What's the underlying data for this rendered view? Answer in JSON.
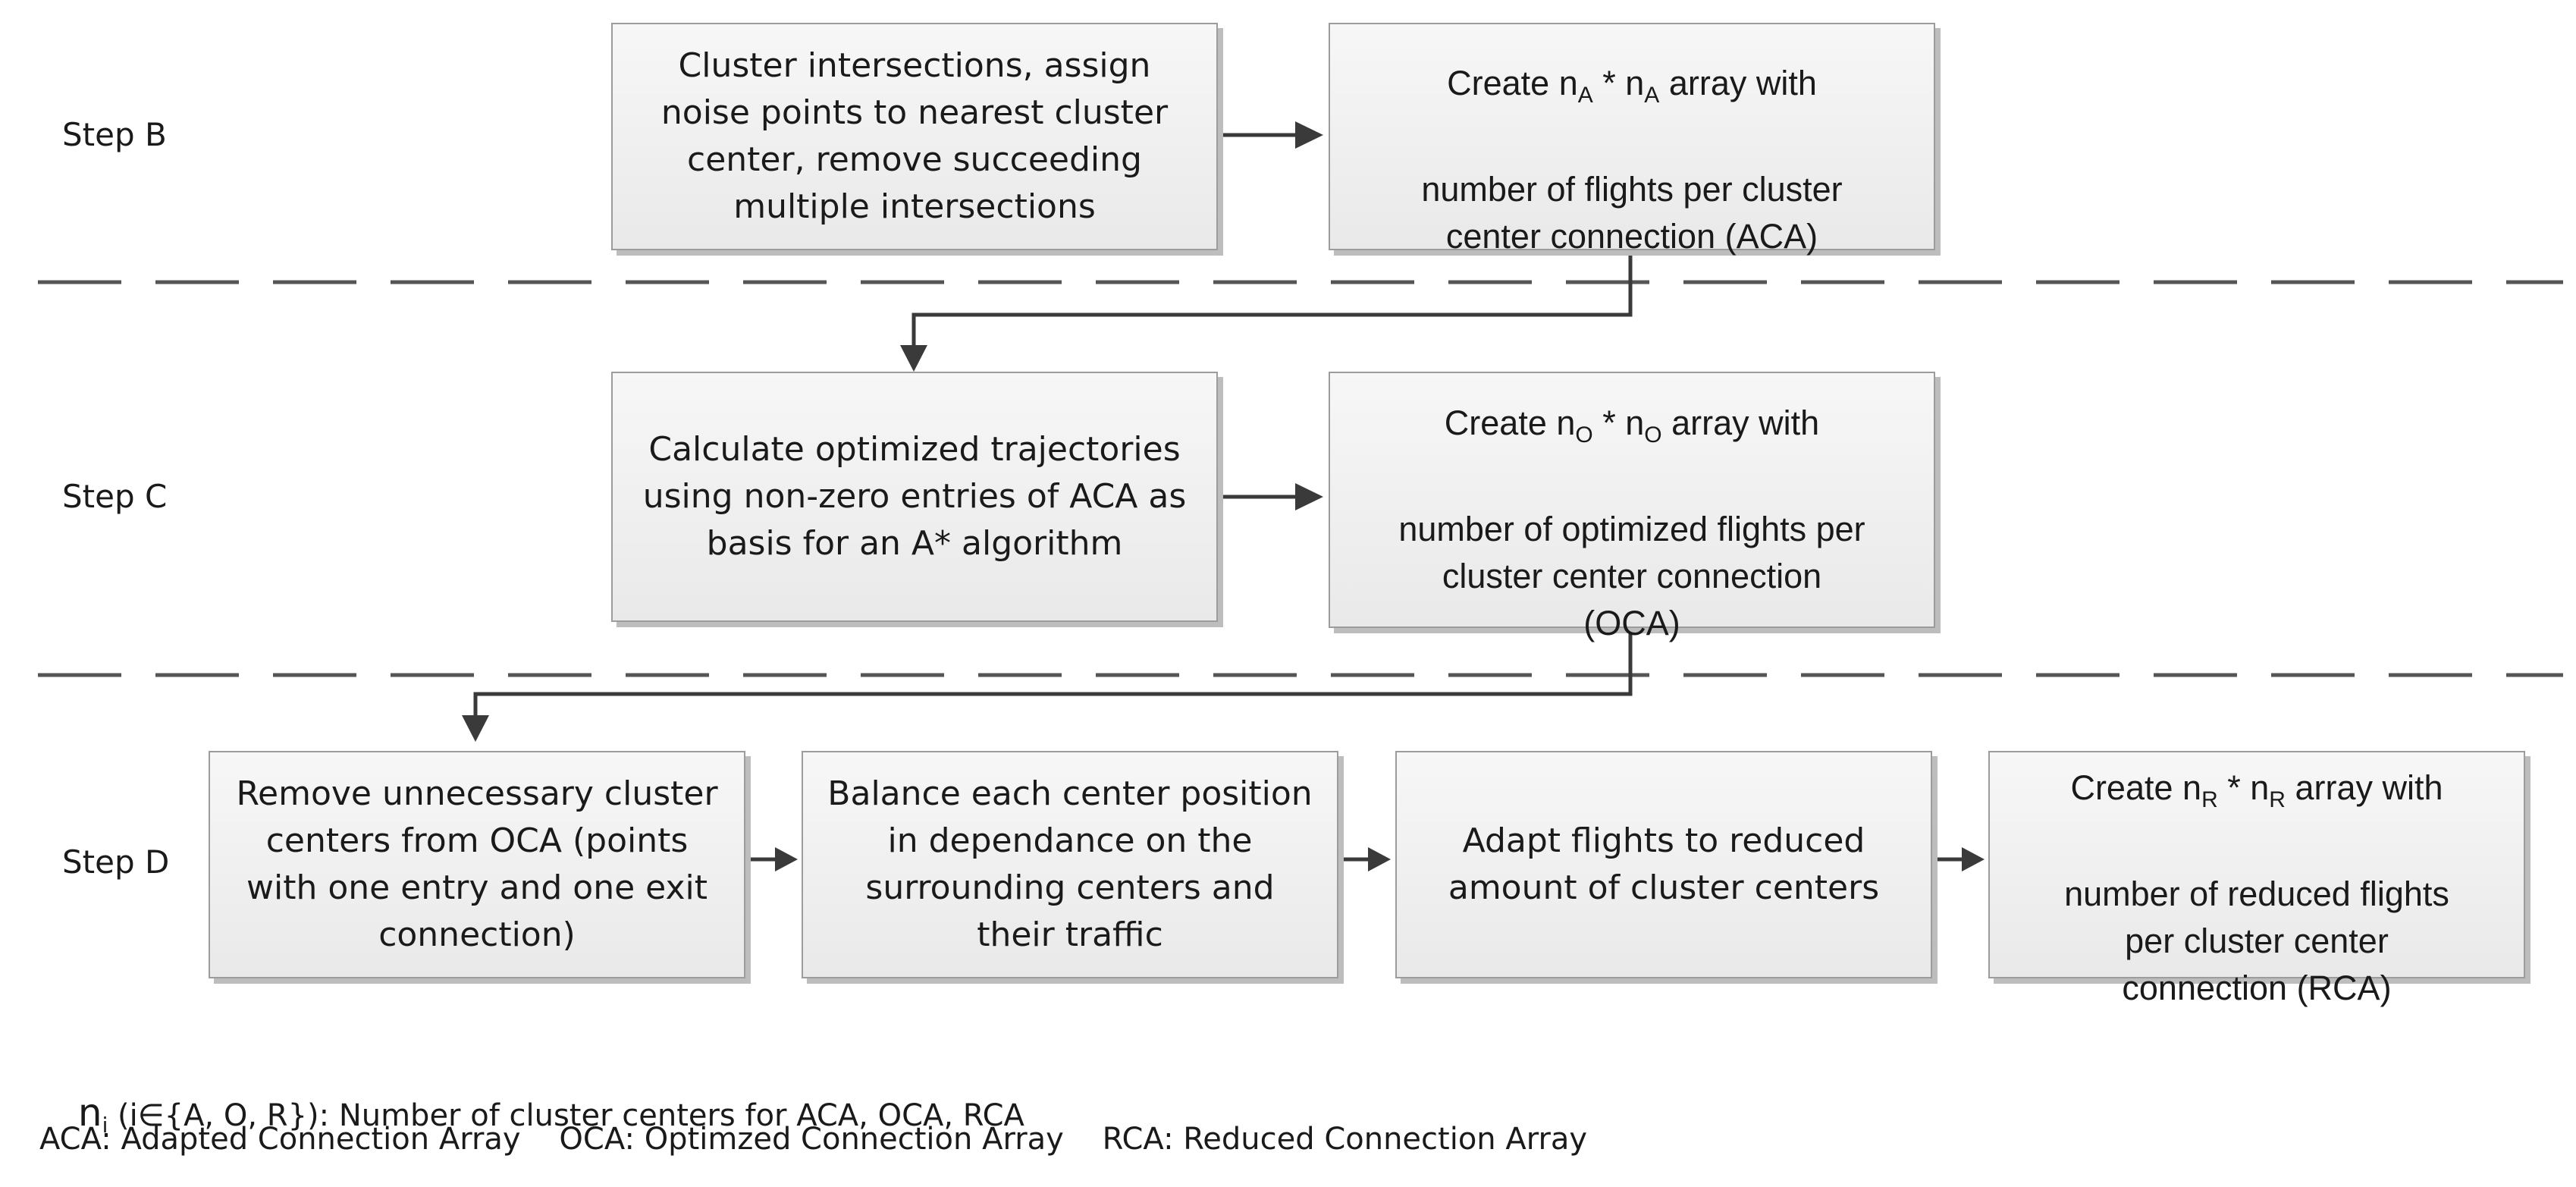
{
  "steps": {
    "b": "Step B",
    "c": "Step C",
    "d": "Step D"
  },
  "boxes": {
    "b1": "Cluster intersections, assign\nnoise points to nearest cluster\ncenter, remove succeeding\nmultiple intersections",
    "b2": {
      "line1_pre": "Create n",
      "sub1": "A",
      "line1_mid": " * n",
      "sub2": "A",
      "line1_post": " array with",
      "rest": "number of flights per cluster\ncenter connection (ACA)"
    },
    "c1": "Calculate optimized trajectories\nusing non-zero entries of ACA as\nbasis for an A* algorithm",
    "c2": {
      "line1_pre": "Create n",
      "sub1": "O",
      "line1_mid": " * n",
      "sub2": "O",
      "line1_post": " array with",
      "rest": "number of optimized flights per\ncluster center connection\n(OCA)"
    },
    "d1": "Remove unnecessary cluster\ncenters from OCA (points\nwith one entry and one exit\nconnection)",
    "d2": "Balance each center position\nin dependance on the\nsurrounding centers and\ntheir traffic",
    "d3": "Adapt flights to reduced\namount of cluster centers",
    "d4": {
      "line1_pre": "Create n",
      "sub1": "R",
      "line1_mid": " * n",
      "sub2": "R",
      "line1_post": " array with",
      "rest": "number of reduced flights\nper cluster center\nconnection (RCA)"
    }
  },
  "legend": {
    "line1_sym": "n",
    "line1_sub": "i",
    "line1_text": " (i∈{A, O, R}): Number of cluster centers for ACA, OCA, RCA",
    "line2": "ACA: Adapted Connection Array    OCA: Optimzed Connection Array    RCA: Reduced Connection Array"
  },
  "colors": {
    "arrow": "#3a3a3a",
    "dash": "#555555",
    "box_border": "#9c9c9c"
  }
}
